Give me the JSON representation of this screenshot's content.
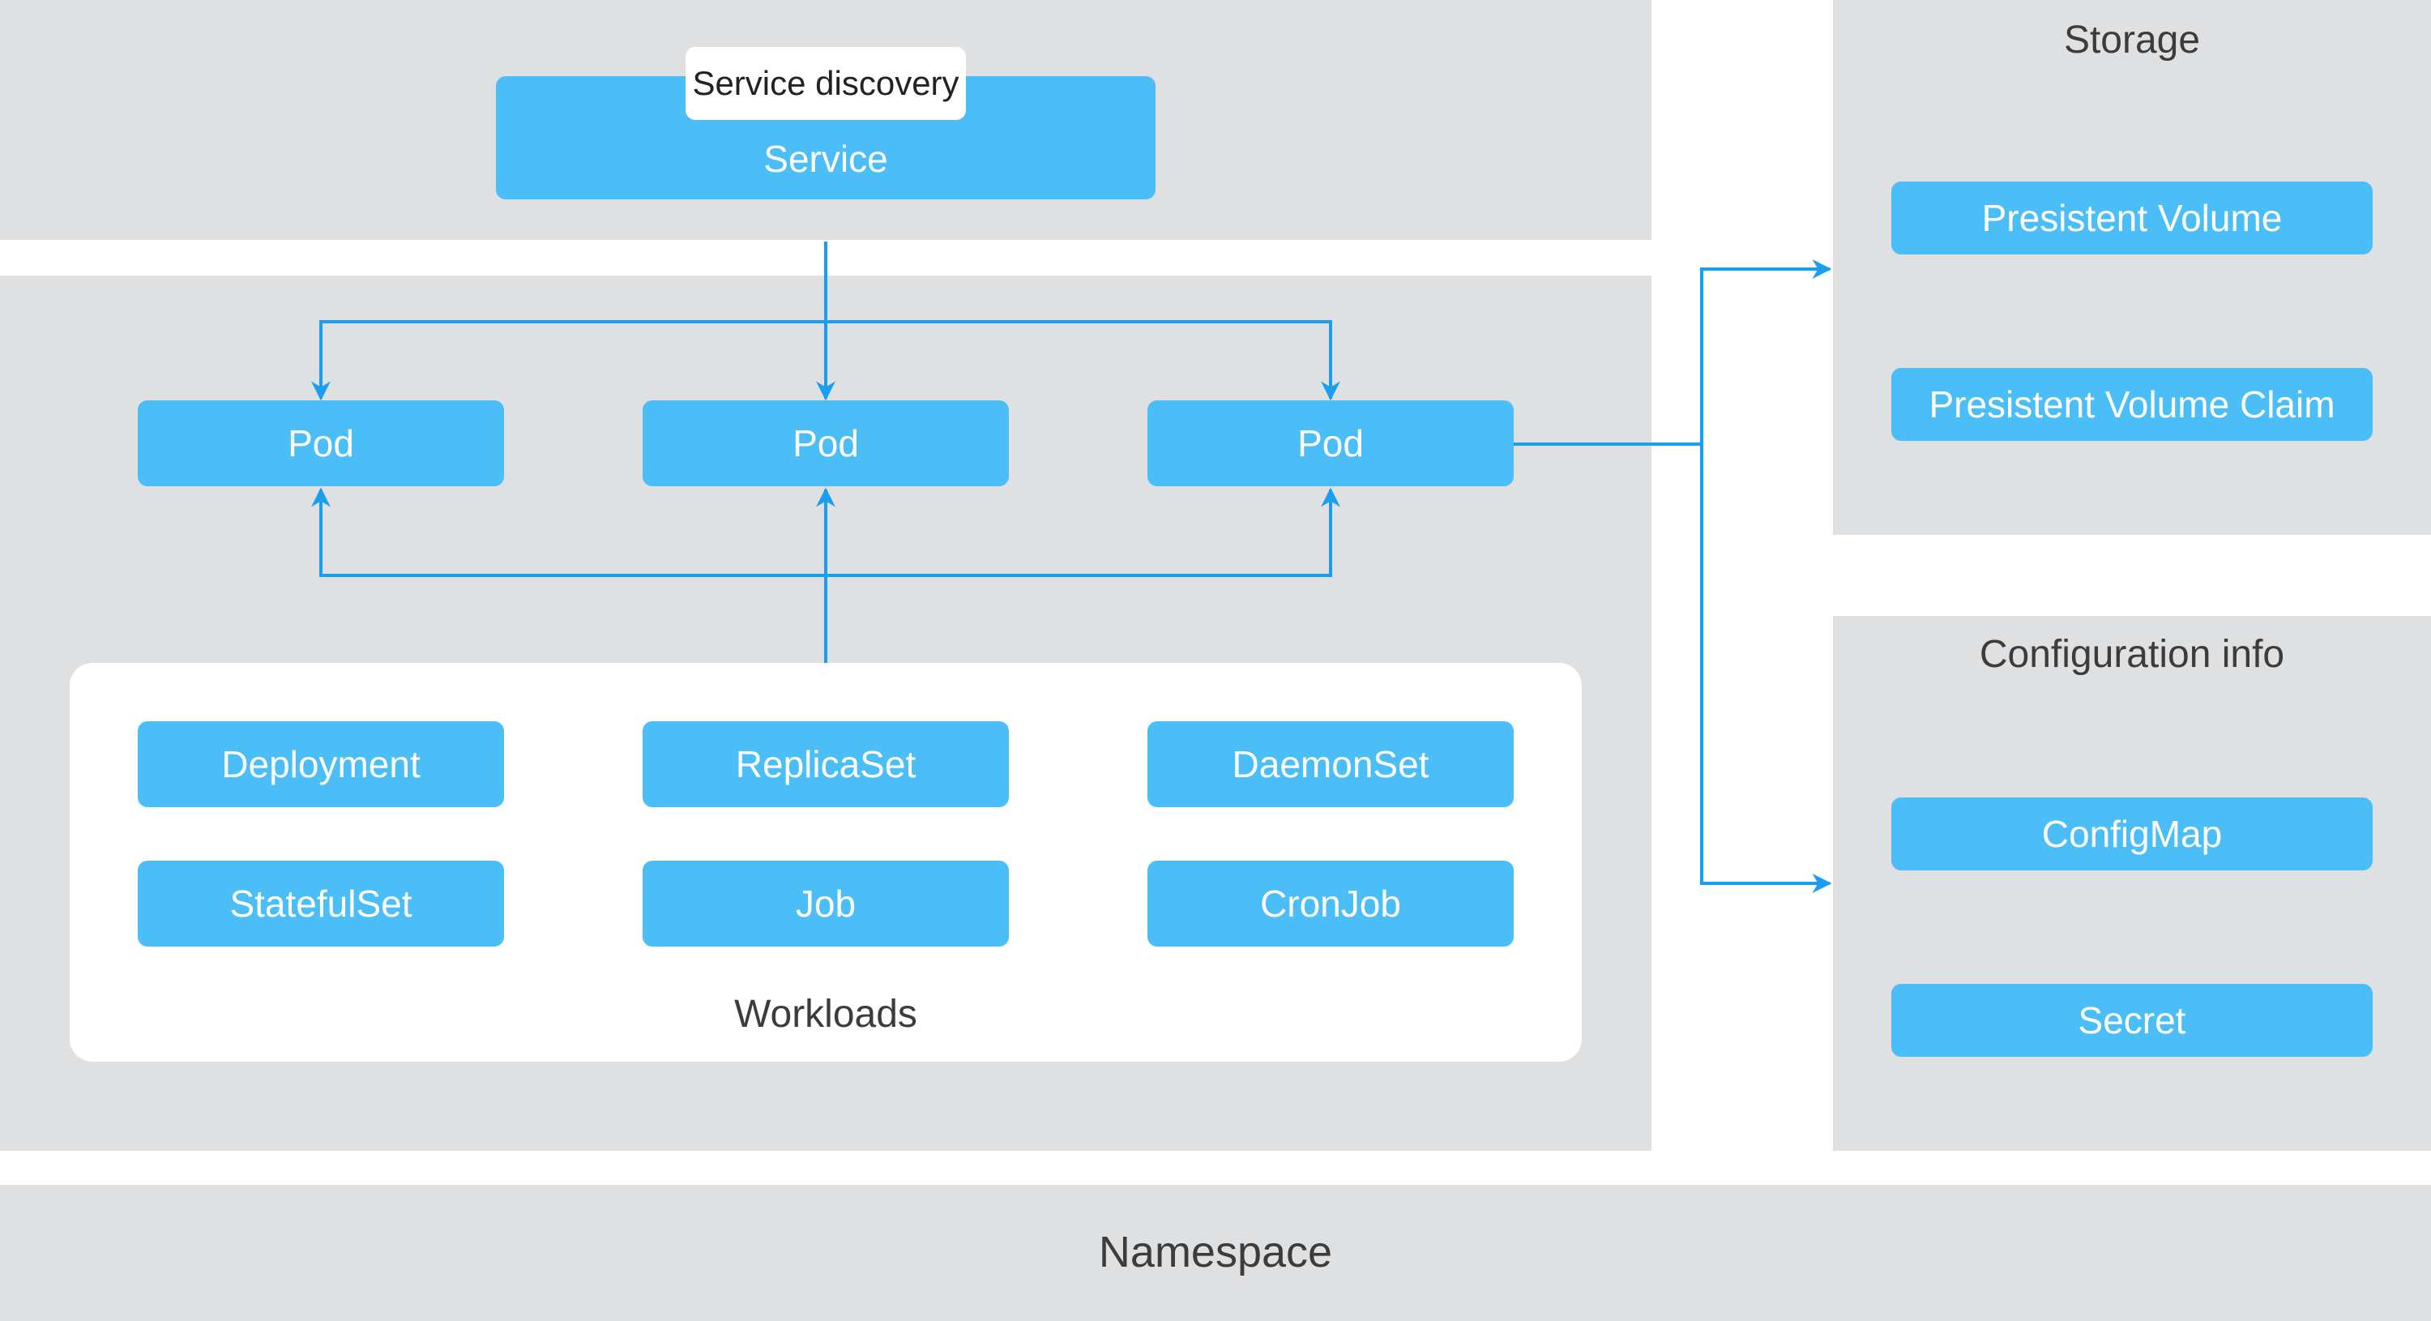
{
  "colors": {
    "panel": "#dfe0e2",
    "box": "#4bbef8",
    "line": "#1a9ef0",
    "text_dark": "#3c3c3c"
  },
  "service_discovery": {
    "tag": "Service discovery",
    "service": "Service"
  },
  "pods": [
    "Pod",
    "Pod",
    "Pod"
  ],
  "workloads": {
    "title": "Workloads",
    "items": [
      "Deployment",
      "ReplicaSet",
      "DaemonSet",
      "StatefulSet",
      "Job",
      "CronJob"
    ]
  },
  "storage": {
    "title": "Storage",
    "items": [
      "Presistent Volume",
      "Presistent Volume Claim"
    ]
  },
  "config": {
    "title": "Configuration info",
    "items": [
      "ConfigMap",
      "Secret"
    ]
  },
  "namespace": "Namespace"
}
